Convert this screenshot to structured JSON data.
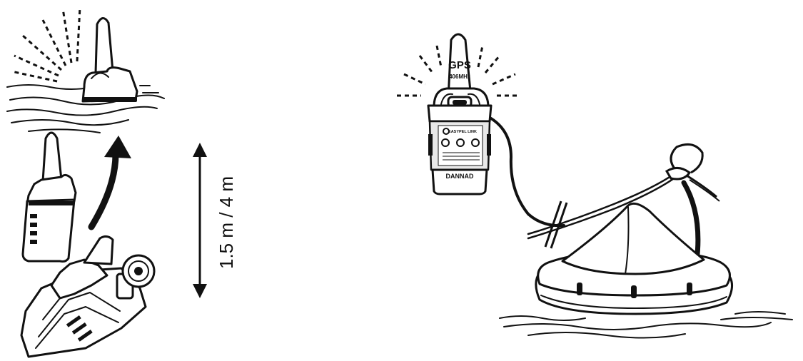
{
  "distance_label": "1.5 m / 4 m",
  "beacon": {
    "gps_text": "GPS",
    "frequency_text": "406MHz",
    "brand_text": "EASYPEL LINK",
    "bottom_text": "DANNAD"
  },
  "colors": {
    "ink": "#111111",
    "background": "#ffffff",
    "body_fill": "#e8e8e8"
  }
}
